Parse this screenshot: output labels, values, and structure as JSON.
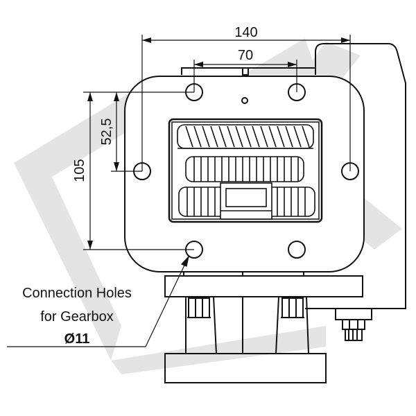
{
  "dimensions": {
    "width_outer": "140",
    "width_inner": "70",
    "height_outer": "105",
    "height_inner": "52,5"
  },
  "annotation": {
    "line1": "Connection Holes",
    "line2": "for Gearbox",
    "diameter": "Ø11"
  },
  "colors": {
    "line": "#111111",
    "watermark": "#e6e6e6",
    "background": "#ffffff"
  }
}
